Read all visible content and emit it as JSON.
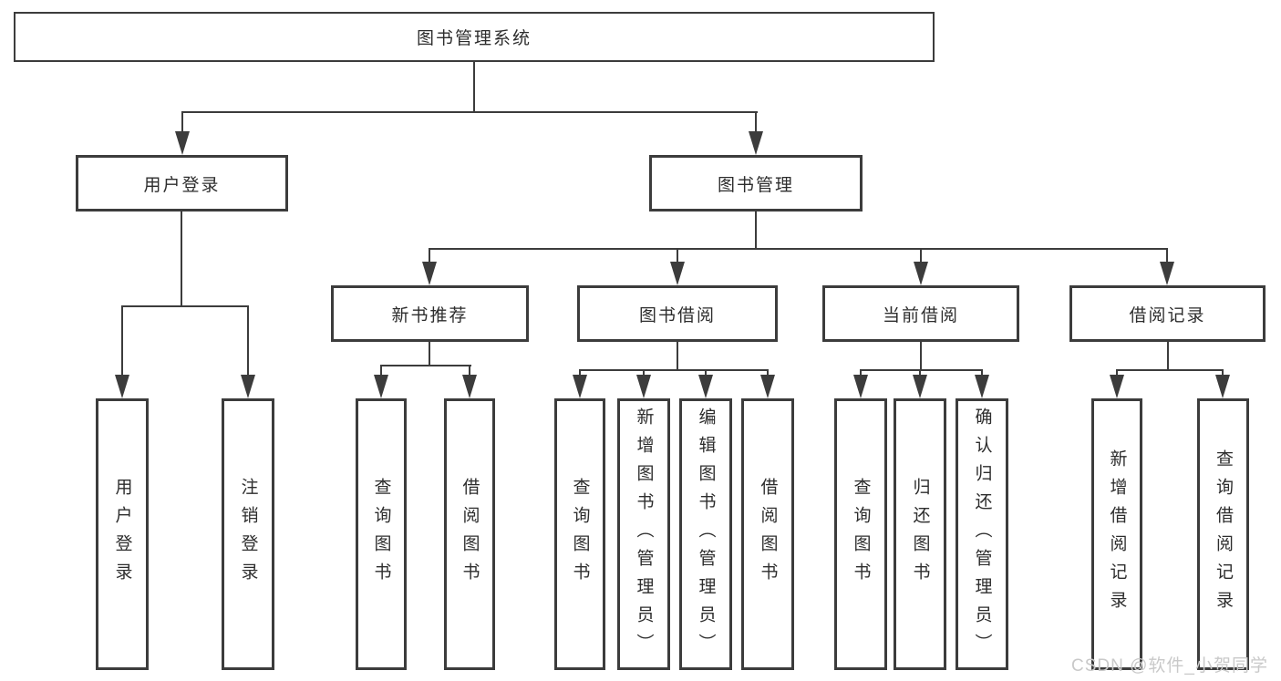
{
  "tree": {
    "label": "图书管理系统",
    "children": [
      {
        "label": "用户登录",
        "children": [
          {
            "label": "用户登录"
          },
          {
            "label": "注销登录"
          }
        ]
      },
      {
        "label": "图书管理",
        "children": [
          {
            "label": "新书推荐",
            "children": [
              {
                "label": "查询图书"
              },
              {
                "label": "借阅图书"
              }
            ]
          },
          {
            "label": "图书借阅",
            "children": [
              {
                "label": "查询图书"
              },
              {
                "label": "新增图书（管理员）"
              },
              {
                "label": "编辑图书（管理员）"
              },
              {
                "label": "借阅图书"
              }
            ]
          },
          {
            "label": "当前借阅",
            "children": [
              {
                "label": "查询图书"
              },
              {
                "label": "归还图书"
              },
              {
                "label": "确认归还（管理员）"
              }
            ]
          },
          {
            "label": "借阅记录",
            "children": [
              {
                "label": "新增借阅记录"
              },
              {
                "label": "查询借阅记录"
              }
            ]
          }
        ]
      }
    ]
  },
  "watermark": {
    "text": "CSDN @软件_小贺同学"
  },
  "colors": {
    "line": "#3c3c3c",
    "text": "#2d2d2d",
    "watermark": "#c9c9c9",
    "background": "#ffffff"
  }
}
